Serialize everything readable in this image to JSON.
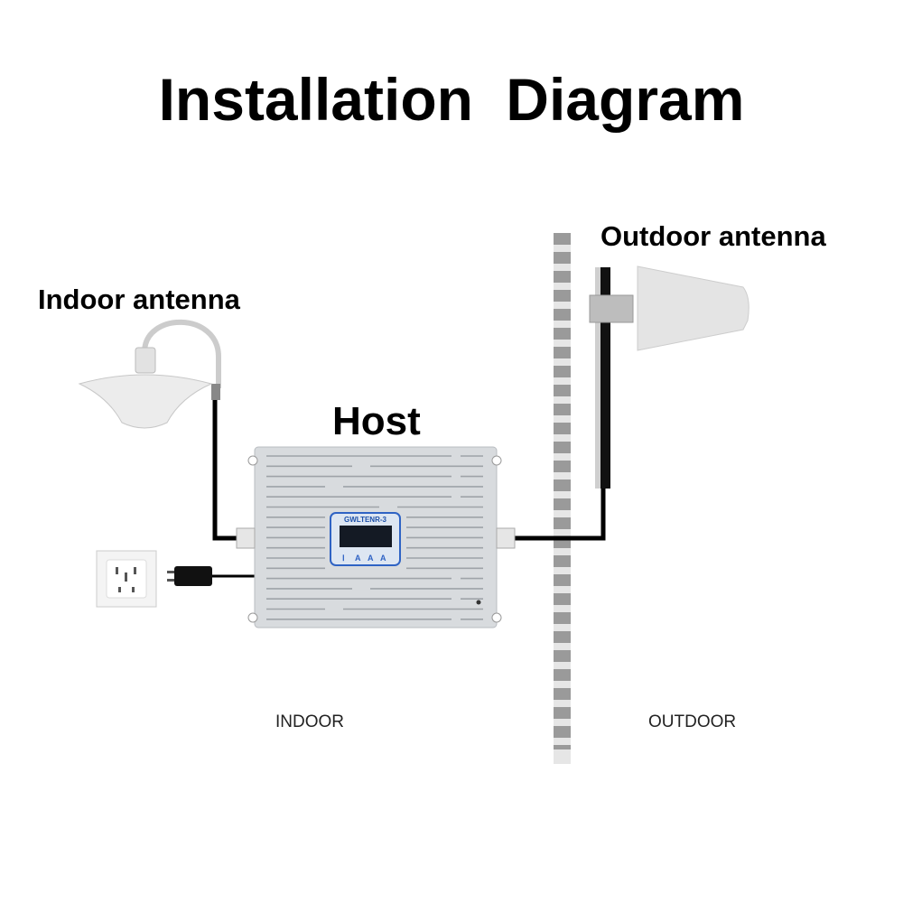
{
  "title": "Installation  Diagram",
  "labels": {
    "outdoor_antenna": "Outdoor antenna",
    "indoor_antenna": "Indoor antenna",
    "host": "Host",
    "indoor_zone": "INDOOR",
    "outdoor_zone": "OUTDOOR"
  },
  "host_device": {
    "display_label": "GWLTENR-3"
  },
  "colors": {
    "cable": "#000000",
    "wall_dark": "#9a9a9a",
    "wall_light": "#e6e6e6",
    "host_body": "#d6d9dc",
    "lcd_frame": "#2f63c4"
  }
}
